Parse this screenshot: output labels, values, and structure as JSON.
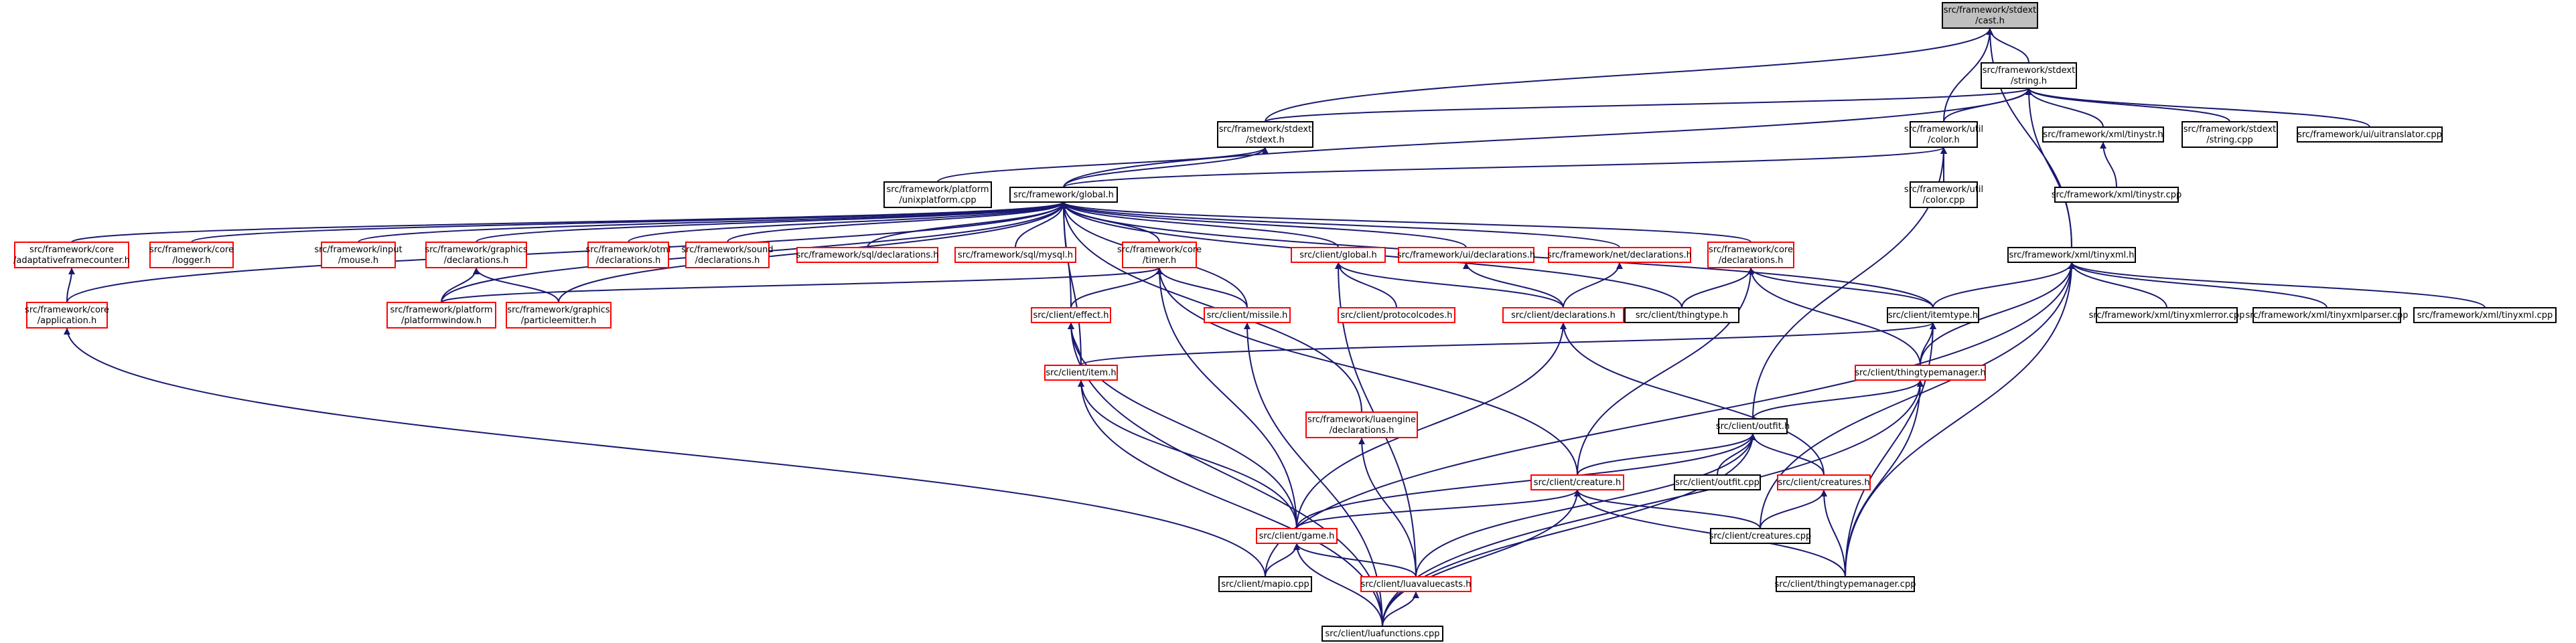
{
  "colors": {
    "edge": "#191970",
    "node_border": "#000000",
    "node_border_incomplete": "#ff0000",
    "node_fill": "#ffffff",
    "node_fill_focus": "#bfbfbf"
  },
  "nodes": [
    {
      "id": "cast",
      "lines": [
        "src/framework/stdext",
        "/cast.h"
      ],
      "color": "black",
      "focus": true
    },
    {
      "id": "string",
      "lines": [
        "src/framework/stdext",
        "/string.h"
      ],
      "color": "black"
    },
    {
      "id": "stdext",
      "lines": [
        "src/framework/stdext",
        "/stdext.h"
      ],
      "color": "black"
    },
    {
      "id": "color_h",
      "lines": [
        "src/framework/util",
        "/color.h"
      ],
      "color": "black"
    },
    {
      "id": "tinystr_h",
      "lines": [
        "src/framework/xml/tinystr.h"
      ],
      "color": "black"
    },
    {
      "id": "string_cpp",
      "lines": [
        "src/framework/stdext",
        "/string.cpp"
      ],
      "color": "black"
    },
    {
      "id": "uitranslator",
      "lines": [
        "src/framework/ui/uitranslator.cpp"
      ],
      "color": "black"
    },
    {
      "id": "unixplatform",
      "lines": [
        "src/framework/platform",
        "/unixplatform.cpp"
      ],
      "color": "black"
    },
    {
      "id": "global",
      "lines": [
        "src/framework/global.h"
      ],
      "color": "black"
    },
    {
      "id": "color_cpp",
      "lines": [
        "src/framework/util",
        "/color.cpp"
      ],
      "color": "black"
    },
    {
      "id": "tinystr_cpp",
      "lines": [
        "src/framework/xml/tinystr.cpp"
      ],
      "color": "black"
    },
    {
      "id": "adaptive",
      "lines": [
        "src/framework/core",
        "/adaptativeframecounter.h"
      ],
      "color": "red"
    },
    {
      "id": "logger",
      "lines": [
        "src/framework/core",
        "/logger.h"
      ],
      "color": "red"
    },
    {
      "id": "mouse",
      "lines": [
        "src/framework/input",
        "/mouse.h"
      ],
      "color": "red"
    },
    {
      "id": "gfx_decl",
      "lines": [
        "src/framework/graphics",
        "/declarations.h"
      ],
      "color": "red"
    },
    {
      "id": "otml_decl",
      "lines": [
        "src/framework/otml",
        "/declarations.h"
      ],
      "color": "red"
    },
    {
      "id": "sound_decl",
      "lines": [
        "src/framework/sound",
        "/declarations.h"
      ],
      "color": "red"
    },
    {
      "id": "sql_decl",
      "lines": [
        "src/framework/sql/declarations.h"
      ],
      "color": "red"
    },
    {
      "id": "mysql",
      "lines": [
        "src/framework/sql/mysql.h"
      ],
      "color": "red"
    },
    {
      "id": "timer",
      "lines": [
        "src/framework/core",
        "/timer.h"
      ],
      "color": "red"
    },
    {
      "id": "client_global",
      "lines": [
        "src/client/global.h"
      ],
      "color": "red"
    },
    {
      "id": "ui_decl",
      "lines": [
        "src/framework/ui/declarations.h"
      ],
      "color": "red"
    },
    {
      "id": "net_decl",
      "lines": [
        "src/framework/net/declarations.h"
      ],
      "color": "red"
    },
    {
      "id": "core_decl",
      "lines": [
        "src/framework/core",
        "/declarations.h"
      ],
      "color": "red"
    },
    {
      "id": "tinyxml_h",
      "lines": [
        "src/framework/xml/tinyxml.h"
      ],
      "color": "black"
    },
    {
      "id": "application",
      "lines": [
        "src/framework/core",
        "/application.h"
      ],
      "color": "red"
    },
    {
      "id": "platformwindow",
      "lines": [
        "src/framework/platform",
        "/platformwindow.h"
      ],
      "color": "red"
    },
    {
      "id": "particleemitter",
      "lines": [
        "src/framework/graphics",
        "/particleemitter.h"
      ],
      "color": "red"
    },
    {
      "id": "effect",
      "lines": [
        "src/client/effect.h"
      ],
      "color": "red"
    },
    {
      "id": "missile",
      "lines": [
        "src/client/missile.h"
      ],
      "color": "red"
    },
    {
      "id": "protocolcodes",
      "lines": [
        "src/client/protocolcodes.h"
      ],
      "color": "red"
    },
    {
      "id": "client_decl",
      "lines": [
        "src/client/declarations.h"
      ],
      "color": "red"
    },
    {
      "id": "thingtype_h",
      "lines": [
        "src/client/thingtype.h"
      ],
      "color": "black"
    },
    {
      "id": "itemtype",
      "lines": [
        "src/client/itemtype.h"
      ],
      "color": "black"
    },
    {
      "id": "tinyxmlerror",
      "lines": [
        "src/framework/xml/tinyxmlerror.cpp"
      ],
      "color": "black"
    },
    {
      "id": "tinyxmlparser",
      "lines": [
        "src/framework/xml/tinyxmlparser.cpp"
      ],
      "color": "black"
    },
    {
      "id": "tinyxml_cpp",
      "lines": [
        "src/framework/xml/tinyxml.cpp"
      ],
      "color": "black"
    },
    {
      "id": "item",
      "lines": [
        "src/client/item.h"
      ],
      "color": "red"
    },
    {
      "id": "thingtypemanager_h",
      "lines": [
        "src/client/thingtypemanager.h"
      ],
      "color": "red"
    },
    {
      "id": "lua_decl",
      "lines": [
        "src/framework/luaengine",
        "/declarations.h"
      ],
      "color": "red"
    },
    {
      "id": "outfit_h",
      "lines": [
        "src/client/outfit.h"
      ],
      "color": "black"
    },
    {
      "id": "creature_h",
      "lines": [
        "src/client/creature.h"
      ],
      "color": "red"
    },
    {
      "id": "outfit_cpp",
      "lines": [
        "src/client/outfit.cpp"
      ],
      "color": "black"
    },
    {
      "id": "creatures_h",
      "lines": [
        "src/client/creatures.h"
      ],
      "color": "red"
    },
    {
      "id": "game",
      "lines": [
        "src/client/game.h"
      ],
      "color": "red"
    },
    {
      "id": "creatures_cpp",
      "lines": [
        "src/client/creatures.cpp"
      ],
      "color": "black"
    },
    {
      "id": "mapio",
      "lines": [
        "src/client/mapio.cpp"
      ],
      "color": "black"
    },
    {
      "id": "luavaluecasts",
      "lines": [
        "src/client/luavaluecasts.h"
      ],
      "color": "red"
    },
    {
      "id": "thingtypemanager_cpp",
      "lines": [
        "src/client/thingtypemanager.cpp"
      ],
      "color": "black"
    },
    {
      "id": "luafunctions",
      "lines": [
        "src/client/luafunctions.cpp"
      ],
      "color": "black"
    }
  ],
  "edges": [
    [
      "string",
      "cast"
    ],
    [
      "stdext",
      "cast"
    ],
    [
      "color_h",
      "cast"
    ],
    [
      "tinyxml_h",
      "cast"
    ],
    [
      "stdext",
      "string"
    ],
    [
      "color_h",
      "string"
    ],
    [
      "tinystr_h",
      "string"
    ],
    [
      "string_cpp",
      "string"
    ],
    [
      "uitranslator",
      "string"
    ],
    [
      "tinyxml_h",
      "string"
    ],
    [
      "global",
      "string"
    ],
    [
      "global",
      "stdext"
    ],
    [
      "unixplatform",
      "stdext"
    ],
    [
      "global",
      "color_h"
    ],
    [
      "color_cpp",
      "color_h"
    ],
    [
      "outfit_h",
      "color_h"
    ],
    [
      "tinystr_cpp",
      "tinystr_h"
    ],
    [
      "adaptive",
      "global"
    ],
    [
      "logger",
      "global"
    ],
    [
      "mouse",
      "global"
    ],
    [
      "gfx_decl",
      "global"
    ],
    [
      "otml_decl",
      "global"
    ],
    [
      "sound_decl",
      "global"
    ],
    [
      "sql_decl",
      "global"
    ],
    [
      "mysql",
      "global"
    ],
    [
      "timer",
      "global"
    ],
    [
      "client_global",
      "global"
    ],
    [
      "ui_decl",
      "global"
    ],
    [
      "net_decl",
      "global"
    ],
    [
      "core_decl",
      "global"
    ],
    [
      "application",
      "global"
    ],
    [
      "platformwindow",
      "global"
    ],
    [
      "particleemitter",
      "global"
    ],
    [
      "effect",
      "global"
    ],
    [
      "missile",
      "global"
    ],
    [
      "thingtype_h",
      "global"
    ],
    [
      "lua_decl",
      "global"
    ],
    [
      "item",
      "global"
    ],
    [
      "itemtype",
      "global"
    ],
    [
      "application",
      "adaptive"
    ],
    [
      "platformwindow",
      "gfx_decl"
    ],
    [
      "particleemitter",
      "gfx_decl"
    ],
    [
      "platformwindow",
      "timer"
    ],
    [
      "effect",
      "timer"
    ],
    [
      "missile",
      "timer"
    ],
    [
      "game",
      "timer"
    ],
    [
      "creature_h",
      "timer"
    ],
    [
      "protocolcodes",
      "client_global"
    ],
    [
      "client_decl",
      "client_global"
    ],
    [
      "luavaluecasts",
      "client_global"
    ],
    [
      "client_decl",
      "ui_decl"
    ],
    [
      "client_decl",
      "net_decl"
    ],
    [
      "thingtype_h",
      "core_decl"
    ],
    [
      "thingtypemanager_h",
      "core_decl"
    ],
    [
      "creature_h",
      "core_decl"
    ],
    [
      "itemtype",
      "core_decl"
    ],
    [
      "itemtype",
      "tinyxml_h"
    ],
    [
      "thingtypemanager_h",
      "tinyxml_h"
    ],
    [
      "creatures_cpp",
      "tinyxml_h"
    ],
    [
      "mapio",
      "tinyxml_h"
    ],
    [
      "tinyxmlerror",
      "tinyxml_h"
    ],
    [
      "tinyxmlparser",
      "tinyxml_h"
    ],
    [
      "tinyxml_cpp",
      "tinyxml_h"
    ],
    [
      "thingtypemanager_cpp",
      "tinyxml_h"
    ],
    [
      "item",
      "effect"
    ],
    [
      "game",
      "effect"
    ],
    [
      "luafunctions",
      "effect"
    ],
    [
      "luafunctions",
      "missile"
    ],
    [
      "game",
      "client_decl"
    ],
    [
      "creatures_h",
      "client_decl"
    ],
    [
      "item",
      "itemtype"
    ],
    [
      "thingtypemanager_h",
      "itemtype"
    ],
    [
      "thingtypemanager_cpp",
      "itemtype"
    ],
    [
      "game",
      "item"
    ],
    [
      "luafunctions",
      "item"
    ],
    [
      "outfit_h",
      "thingtypemanager_h"
    ],
    [
      "thingtypemanager_cpp",
      "thingtypemanager_h"
    ],
    [
      "luafunctions",
      "thingtypemanager_h"
    ],
    [
      "luavaluecasts",
      "lua_decl"
    ],
    [
      "creature_h",
      "outfit_h"
    ],
    [
      "outfit_cpp",
      "outfit_h"
    ],
    [
      "creatures_h",
      "outfit_h"
    ],
    [
      "game",
      "outfit_h"
    ],
    [
      "luavaluecasts",
      "outfit_h"
    ],
    [
      "luafunctions",
      "outfit_h"
    ],
    [
      "game",
      "creature_h"
    ],
    [
      "creatures_cpp",
      "creature_h"
    ],
    [
      "thingtypemanager_cpp",
      "creature_h"
    ],
    [
      "luafunctions",
      "creature_h"
    ],
    [
      "creatures_cpp",
      "creatures_h"
    ],
    [
      "thingtypemanager_cpp",
      "creatures_h"
    ],
    [
      "mapio",
      "game"
    ],
    [
      "luavaluecasts",
      "game"
    ],
    [
      "luafunctions",
      "game"
    ],
    [
      "mapio",
      "application"
    ],
    [
      "luafunctions",
      "luavaluecasts"
    ]
  ]
}
